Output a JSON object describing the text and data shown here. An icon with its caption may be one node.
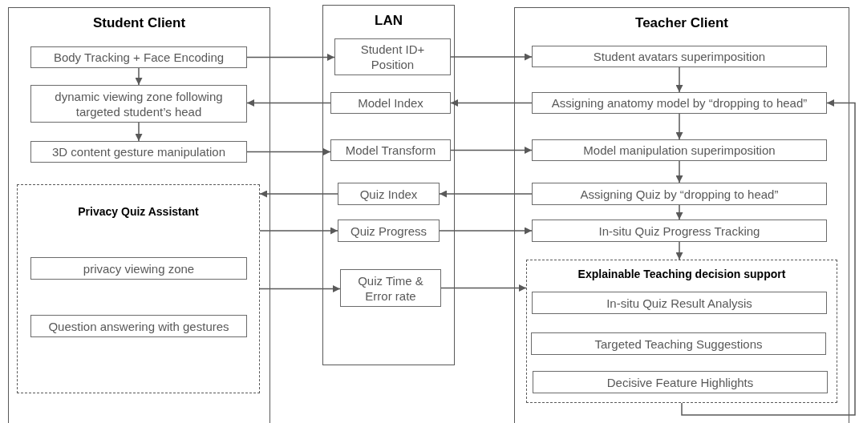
{
  "diagram": {
    "nodes": [
      {
        "text": [
          "Student Client"
        ]
      },
      {
        "text": [
          "Body Tracking + Face Encoding"
        ],
        "in": 0
      },
      {
        "text": [
          "dynamic viewing zone following targeted student’s head"
        ],
        "in": 0
      },
      {
        "text": [
          "3D content gesture manipulation"
        ],
        "in": 0
      },
      {
        "text": [
          "Privacy Quiz Assistant"
        ],
        "in": 0
      },
      {
        "text": [
          "privacy viewing zone"
        ],
        "in": 4
      },
      {
        "text": [
          "Question answering with gestures"
        ],
        "in": 4
      },
      {
        "text": [
          "LAN"
        ]
      },
      {
        "text": [
          "Student ID+ Position"
        ],
        "in": 7
      },
      {
        "text": [
          "Model Index"
        ],
        "in": 7
      },
      {
        "text": [
          "Model Transform"
        ],
        "in": 7
      },
      {
        "text": [
          "Quiz Index"
        ],
        "in": 7
      },
      {
        "text": [
          "Quiz Progress"
        ],
        "in": 7
      },
      {
        "text": [
          "Quiz Time & Error rate"
        ],
        "in": 7
      },
      {
        "text": [
          "Teacher Client"
        ]
      },
      {
        "text": [
          "Student avatars superimposition"
        ],
        "in": 14
      },
      {
        "text": [
          "Assigning anatomy model by “dropping to head”"
        ],
        "in": 14
      },
      {
        "text": [
          "Model manipulation superimposition"
        ],
        "in": 14
      },
      {
        "text": [
          "Assigning Quiz by “dropping to head”"
        ],
        "in": 14
      },
      {
        "text": [
          "In-situ Quiz Progress Tracking"
        ],
        "in": 14
      },
      {
        "text": [
          "Explainable Teaching decision support"
        ],
        "in": 14
      },
      {
        "text": [
          "In-situ Quiz Result Analysis"
        ],
        "in": 20
      },
      {
        "text": [
          "Targeted Teaching Suggestions"
        ],
        "in": 20
      },
      {
        "text": [
          "Decisive Feature Highlights"
        ],
        "in": 20
      }
    ],
    "edges": [
      {
        "from": 1,
        "to": 2,
        "arrow": "to"
      },
      {
        "from": 2,
        "to": 3,
        "arrow": "to"
      },
      {
        "from": 1,
        "to": 8,
        "arrow": "to"
      },
      {
        "from": 8,
        "to": 15,
        "arrow": "to"
      },
      {
        "from": 16,
        "to": 9,
        "arrow": "to"
      },
      {
        "from": 9,
        "to": 2,
        "arrow": "to"
      },
      {
        "from": 3,
        "to": 10,
        "arrow": "to"
      },
      {
        "from": 10,
        "to": 17,
        "arrow": "to"
      },
      {
        "from": 18,
        "to": 11,
        "arrow": "to"
      },
      {
        "from": 11,
        "to": 4,
        "arrow": "to"
      },
      {
        "from": 4,
        "to": 12,
        "arrow": "to"
      },
      {
        "from": 12,
        "to": 19,
        "arrow": "to"
      },
      {
        "from": 4,
        "to": 13,
        "arrow": "to"
      },
      {
        "from": 13,
        "to": 20,
        "arrow": "to"
      },
      {
        "from": 15,
        "to": 16,
        "arrow": "to"
      },
      {
        "from": 16,
        "to": 17,
        "arrow": "to"
      },
      {
        "from": 17,
        "to": 18,
        "arrow": "to"
      },
      {
        "from": 18,
        "to": 19,
        "arrow": "to"
      },
      {
        "from": 19,
        "to": 20,
        "arrow": "to"
      },
      {
        "from": 20,
        "to": 16,
        "arrow": "to"
      }
    ]
  }
}
